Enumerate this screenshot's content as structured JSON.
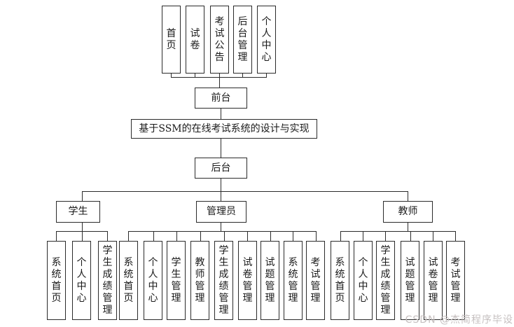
{
  "diagram": {
    "title": "基于SSM的在线考试系统的设计与实现",
    "front": {
      "label": "前台",
      "modules": [
        "首页",
        "试卷",
        "考试公告",
        "后台管理",
        "个人中心"
      ]
    },
    "back": {
      "label": "后台",
      "roles": [
        {
          "label": "学生",
          "modules": [
            "系统首页",
            "个人中心",
            "学生成绩管理"
          ]
        },
        {
          "label": "管理员",
          "modules": [
            "系统首页",
            "个人中心",
            "学生管理",
            "教师管理",
            "学生成绩管理",
            "试卷管理",
            "试题管理",
            "系统管理",
            "考试管理"
          ]
        },
        {
          "label": "教师",
          "modules": [
            "系统首页",
            "个人中心",
            "学生成绩管理",
            "试题管理",
            "试卷管理",
            "考试管理"
          ]
        }
      ]
    },
    "watermark": "CSDN @杰简程序毕设",
    "colors": {
      "line": "#2b2b2b",
      "background": "#ffffff"
    }
  }
}
